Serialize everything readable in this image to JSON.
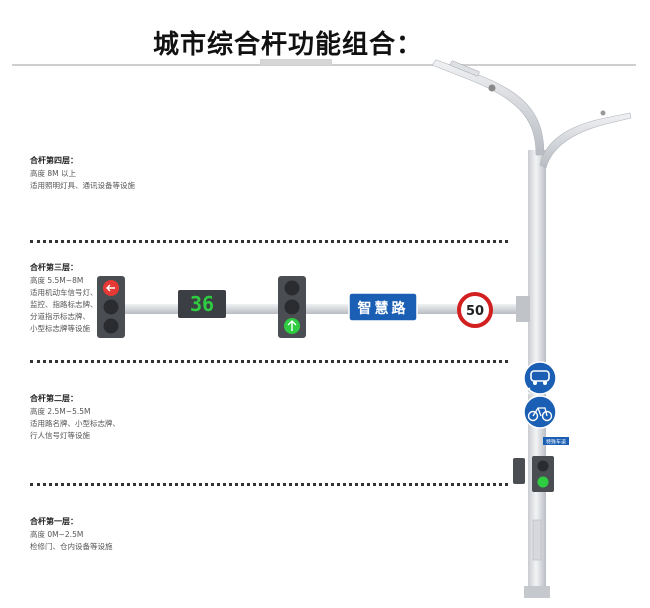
{
  "title": "城市综合杆功能组合：",
  "layers": [
    {
      "heading": "合杆第四层：",
      "lines": [
        "高度 8M 以上",
        "适用照明灯具、通讯设备等设施"
      ]
    },
    {
      "heading": "合杆第三层：",
      "lines": [
        "高度 5.5M~8M",
        "适用机动车信号灯、",
        "监控、指路标志牌、",
        "分道指示标志牌、",
        "小型标志牌等设施"
      ]
    },
    {
      "heading": "合杆第二层：",
      "lines": [
        "高度 2.5M~5.5M",
        "适用路名牌、小型标志牌、",
        "行人信号灯等设施"
      ]
    },
    {
      "heading": "合杆第一层：",
      "lines": [
        "高度 0M~2.5M",
        "检修门、仓内设备等设施"
      ]
    }
  ],
  "signs": {
    "road_name": "智慧路",
    "speed_limit": "50",
    "countdown": "36",
    "small_plate": "特殊车道"
  },
  "colors": {
    "sign_blue": "#1a5fb4",
    "speed_red": "#d21f1f",
    "signal_green": "#2ecc40",
    "signal_red": "#e53935",
    "pole": "#e6e8eb"
  }
}
